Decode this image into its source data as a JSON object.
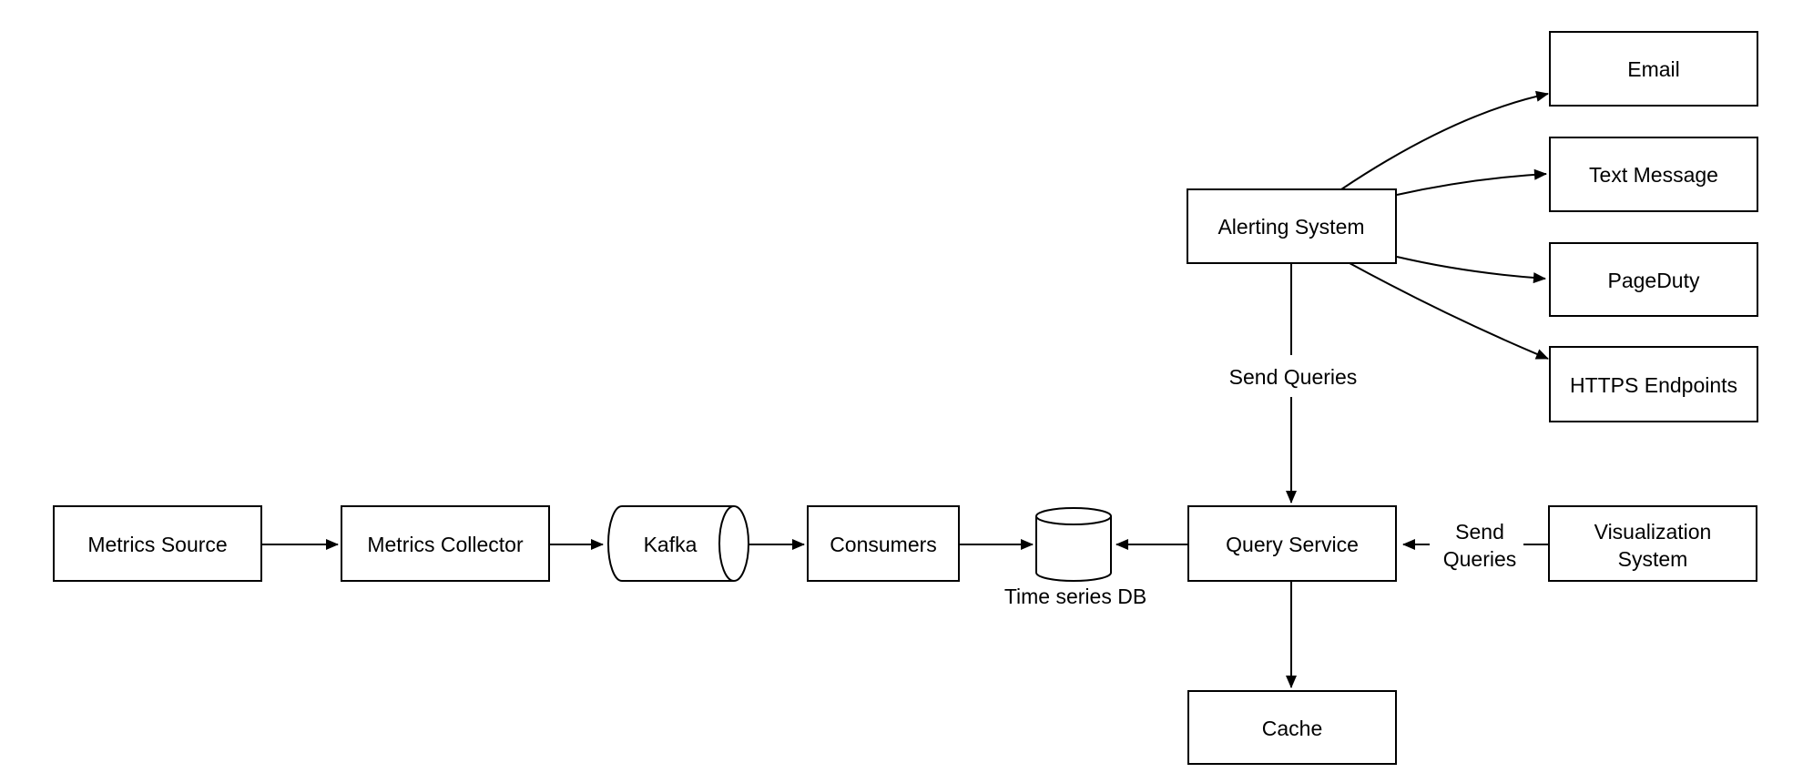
{
  "diagram": {
    "description": "Metrics monitoring and alerting system architecture",
    "colors": {
      "background": "#ffffff",
      "node_fill": "#ffffff",
      "stroke": "#000000",
      "text": "#000000"
    },
    "nodes": {
      "metrics_source": {
        "label": "Metrics Source",
        "shape": "rect"
      },
      "metrics_collector": {
        "label": "Metrics Collector",
        "shape": "rect"
      },
      "kafka": {
        "label": "Kafka",
        "shape": "horizontal-cylinder"
      },
      "consumers": {
        "label": "Consumers",
        "shape": "rect"
      },
      "time_series_db": {
        "label": "Time series DB",
        "shape": "database-cylinder"
      },
      "query_service": {
        "label": "Query Service",
        "shape": "rect"
      },
      "visualization_system": {
        "label": "Visualization System",
        "lines": [
          "Visualization",
          "System"
        ],
        "shape": "rect"
      },
      "cache": {
        "label": "Cache",
        "shape": "rect"
      },
      "alerting_system": {
        "label": "Alerting System",
        "shape": "rect"
      },
      "email": {
        "label": "Email",
        "shape": "rect"
      },
      "text_message": {
        "label": "Text Message",
        "shape": "rect"
      },
      "pageduty": {
        "label": "PageDuty",
        "shape": "rect"
      },
      "https_endpoints": {
        "label": "HTTPS Endpoints",
        "shape": "rect"
      }
    },
    "edge_labels": {
      "alerting_to_query": "Send Queries",
      "viz_to_query": [
        "Send",
        "Queries"
      ]
    },
    "edges": [
      {
        "from": "metrics_source",
        "to": "metrics_collector",
        "label": ""
      },
      {
        "from": "metrics_collector",
        "to": "kafka",
        "label": ""
      },
      {
        "from": "kafka",
        "to": "consumers",
        "label": ""
      },
      {
        "from": "consumers",
        "to": "time_series_db",
        "label": ""
      },
      {
        "from": "query_service",
        "to": "time_series_db",
        "label": ""
      },
      {
        "from": "alerting_system",
        "to": "query_service",
        "label": "Send Queries"
      },
      {
        "from": "query_service",
        "to": "cache",
        "label": ""
      },
      {
        "from": "visualization_system",
        "to": "query_service",
        "label": "Send Queries"
      },
      {
        "from": "alerting_system",
        "to": "email",
        "label": ""
      },
      {
        "from": "alerting_system",
        "to": "text_message",
        "label": ""
      },
      {
        "from": "alerting_system",
        "to": "pageduty",
        "label": ""
      },
      {
        "from": "alerting_system",
        "to": "https_endpoints",
        "label": ""
      }
    ]
  }
}
